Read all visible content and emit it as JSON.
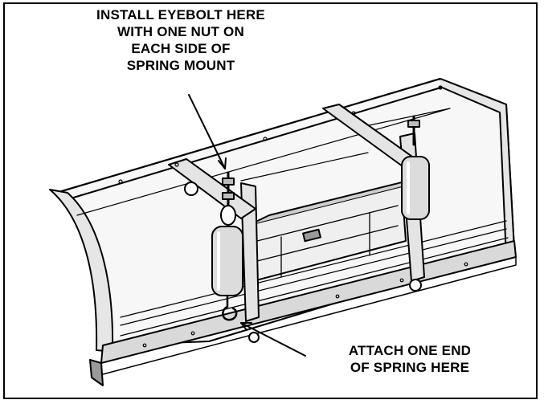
{
  "callouts": {
    "eyebolt": {
      "lines": [
        "INSTALL EYEBOLT HERE",
        "WITH ONE NUT ON",
        "EACH SIDE OF",
        "SPRING MOUNT"
      ]
    },
    "spring": {
      "lines": [
        "ATTACH ONE END",
        "OF SPRING HERE"
      ]
    }
  },
  "colors": {
    "line": "#000000",
    "background": "#ffffff",
    "shade": "#dcdcdc",
    "dark_shade": "#9a9a9a"
  }
}
